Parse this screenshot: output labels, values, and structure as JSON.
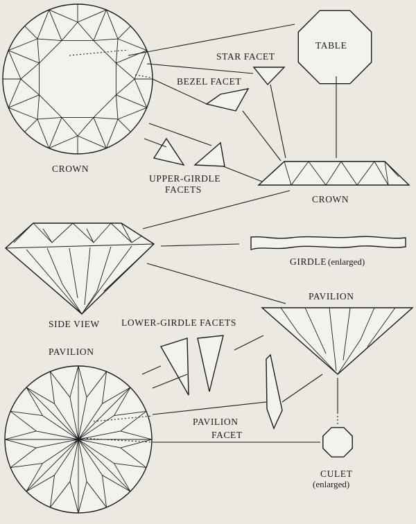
{
  "labels": {
    "table": "TABLE",
    "star_facet": "STAR FACET",
    "bezel_facet": "BEZEL FACET",
    "crown_left": "CROWN",
    "upper_girdle_1": "UPPER-GIRDLE",
    "upper_girdle_2": "FACETS",
    "crown_right": "CROWN",
    "girdle": "GIRDLE",
    "girdle_note": "(enlarged)",
    "pavilion_right": "PAVILION",
    "side_view": "SIDE VIEW",
    "lower_girdle": "LOWER-GIRDLE FACETS",
    "pavilion_left": "PAVILION",
    "pavilion_facet_1": "PAVILION",
    "pavilion_facet_2": "FACET",
    "culet": "CULET",
    "culet_note": "(enlarged)"
  }
}
